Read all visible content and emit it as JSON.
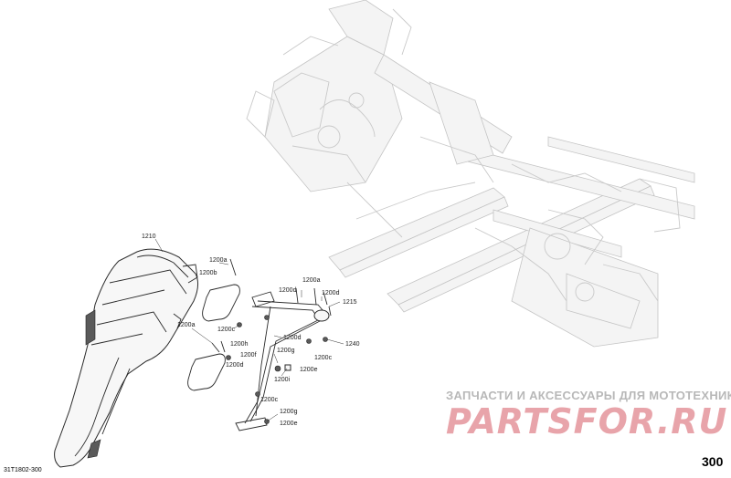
{
  "diagram": {
    "callouts": [
      {
        "id": "c-1210",
        "label": "1210"
      },
      {
        "id": "c-1200a-1",
        "label": "1200a"
      },
      {
        "id": "c-1200b",
        "label": "1200b"
      },
      {
        "id": "c-1200a-2",
        "label": "1200a"
      },
      {
        "id": "c-1200d-1",
        "label": "1200d"
      },
      {
        "id": "c-1215",
        "label": "1215"
      },
      {
        "id": "c-1200d-2",
        "label": "1200d"
      },
      {
        "id": "c-1200a-3",
        "label": "1200a"
      },
      {
        "id": "c-1200c-1",
        "label": "1200c"
      },
      {
        "id": "c-1200h",
        "label": "1200h"
      },
      {
        "id": "c-1200d-3",
        "label": "1200d"
      },
      {
        "id": "c-1240",
        "label": "1240"
      },
      {
        "id": "c-1200f",
        "label": "1200f"
      },
      {
        "id": "c-1200g-1",
        "label": "1200g"
      },
      {
        "id": "c-1200c-2",
        "label": "1200c"
      },
      {
        "id": "c-1200d-4",
        "label": "1200d"
      },
      {
        "id": "c-1200e-1",
        "label": "1200e"
      },
      {
        "id": "c-1200i",
        "label": "1200i"
      },
      {
        "id": "c-1200c-3",
        "label": "1200c"
      },
      {
        "id": "c-1200g-2",
        "label": "1200g"
      },
      {
        "id": "c-1200e-2",
        "label": "1200e"
      }
    ]
  },
  "watermark": {
    "tagline": "ЗАПЧАСТИ И АКСЕССУАРЫ ДЛЯ МОТОТЕХНИКИ",
    "logo": "PARTSFOR.RU"
  },
  "footer": {
    "page_number": "300",
    "reference": "31T1802-300"
  }
}
